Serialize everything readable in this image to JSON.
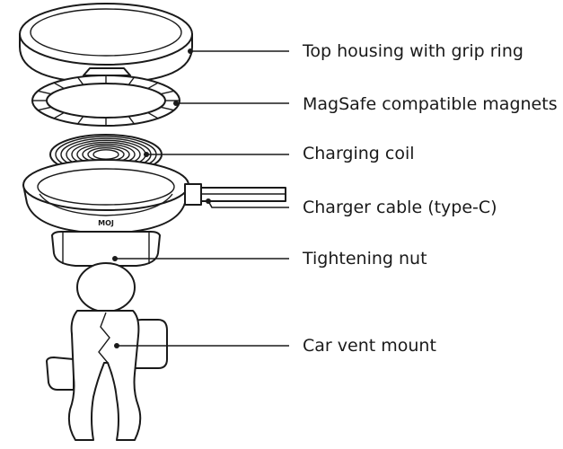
{
  "labels": [
    {
      "id": "top-housing",
      "text": "Top housing with grip ring"
    },
    {
      "id": "magnets",
      "text": "MagSafe compatible magnets"
    },
    {
      "id": "charging-coil",
      "text": "Charging coil"
    },
    {
      "id": "charger-cable",
      "text": "Charger cable (type-C)"
    },
    {
      "id": "tightening-nut",
      "text": "Tightening nut"
    },
    {
      "id": "vent-mount",
      "text": "Car vent mount"
    }
  ],
  "brand_mark": "MOJ"
}
